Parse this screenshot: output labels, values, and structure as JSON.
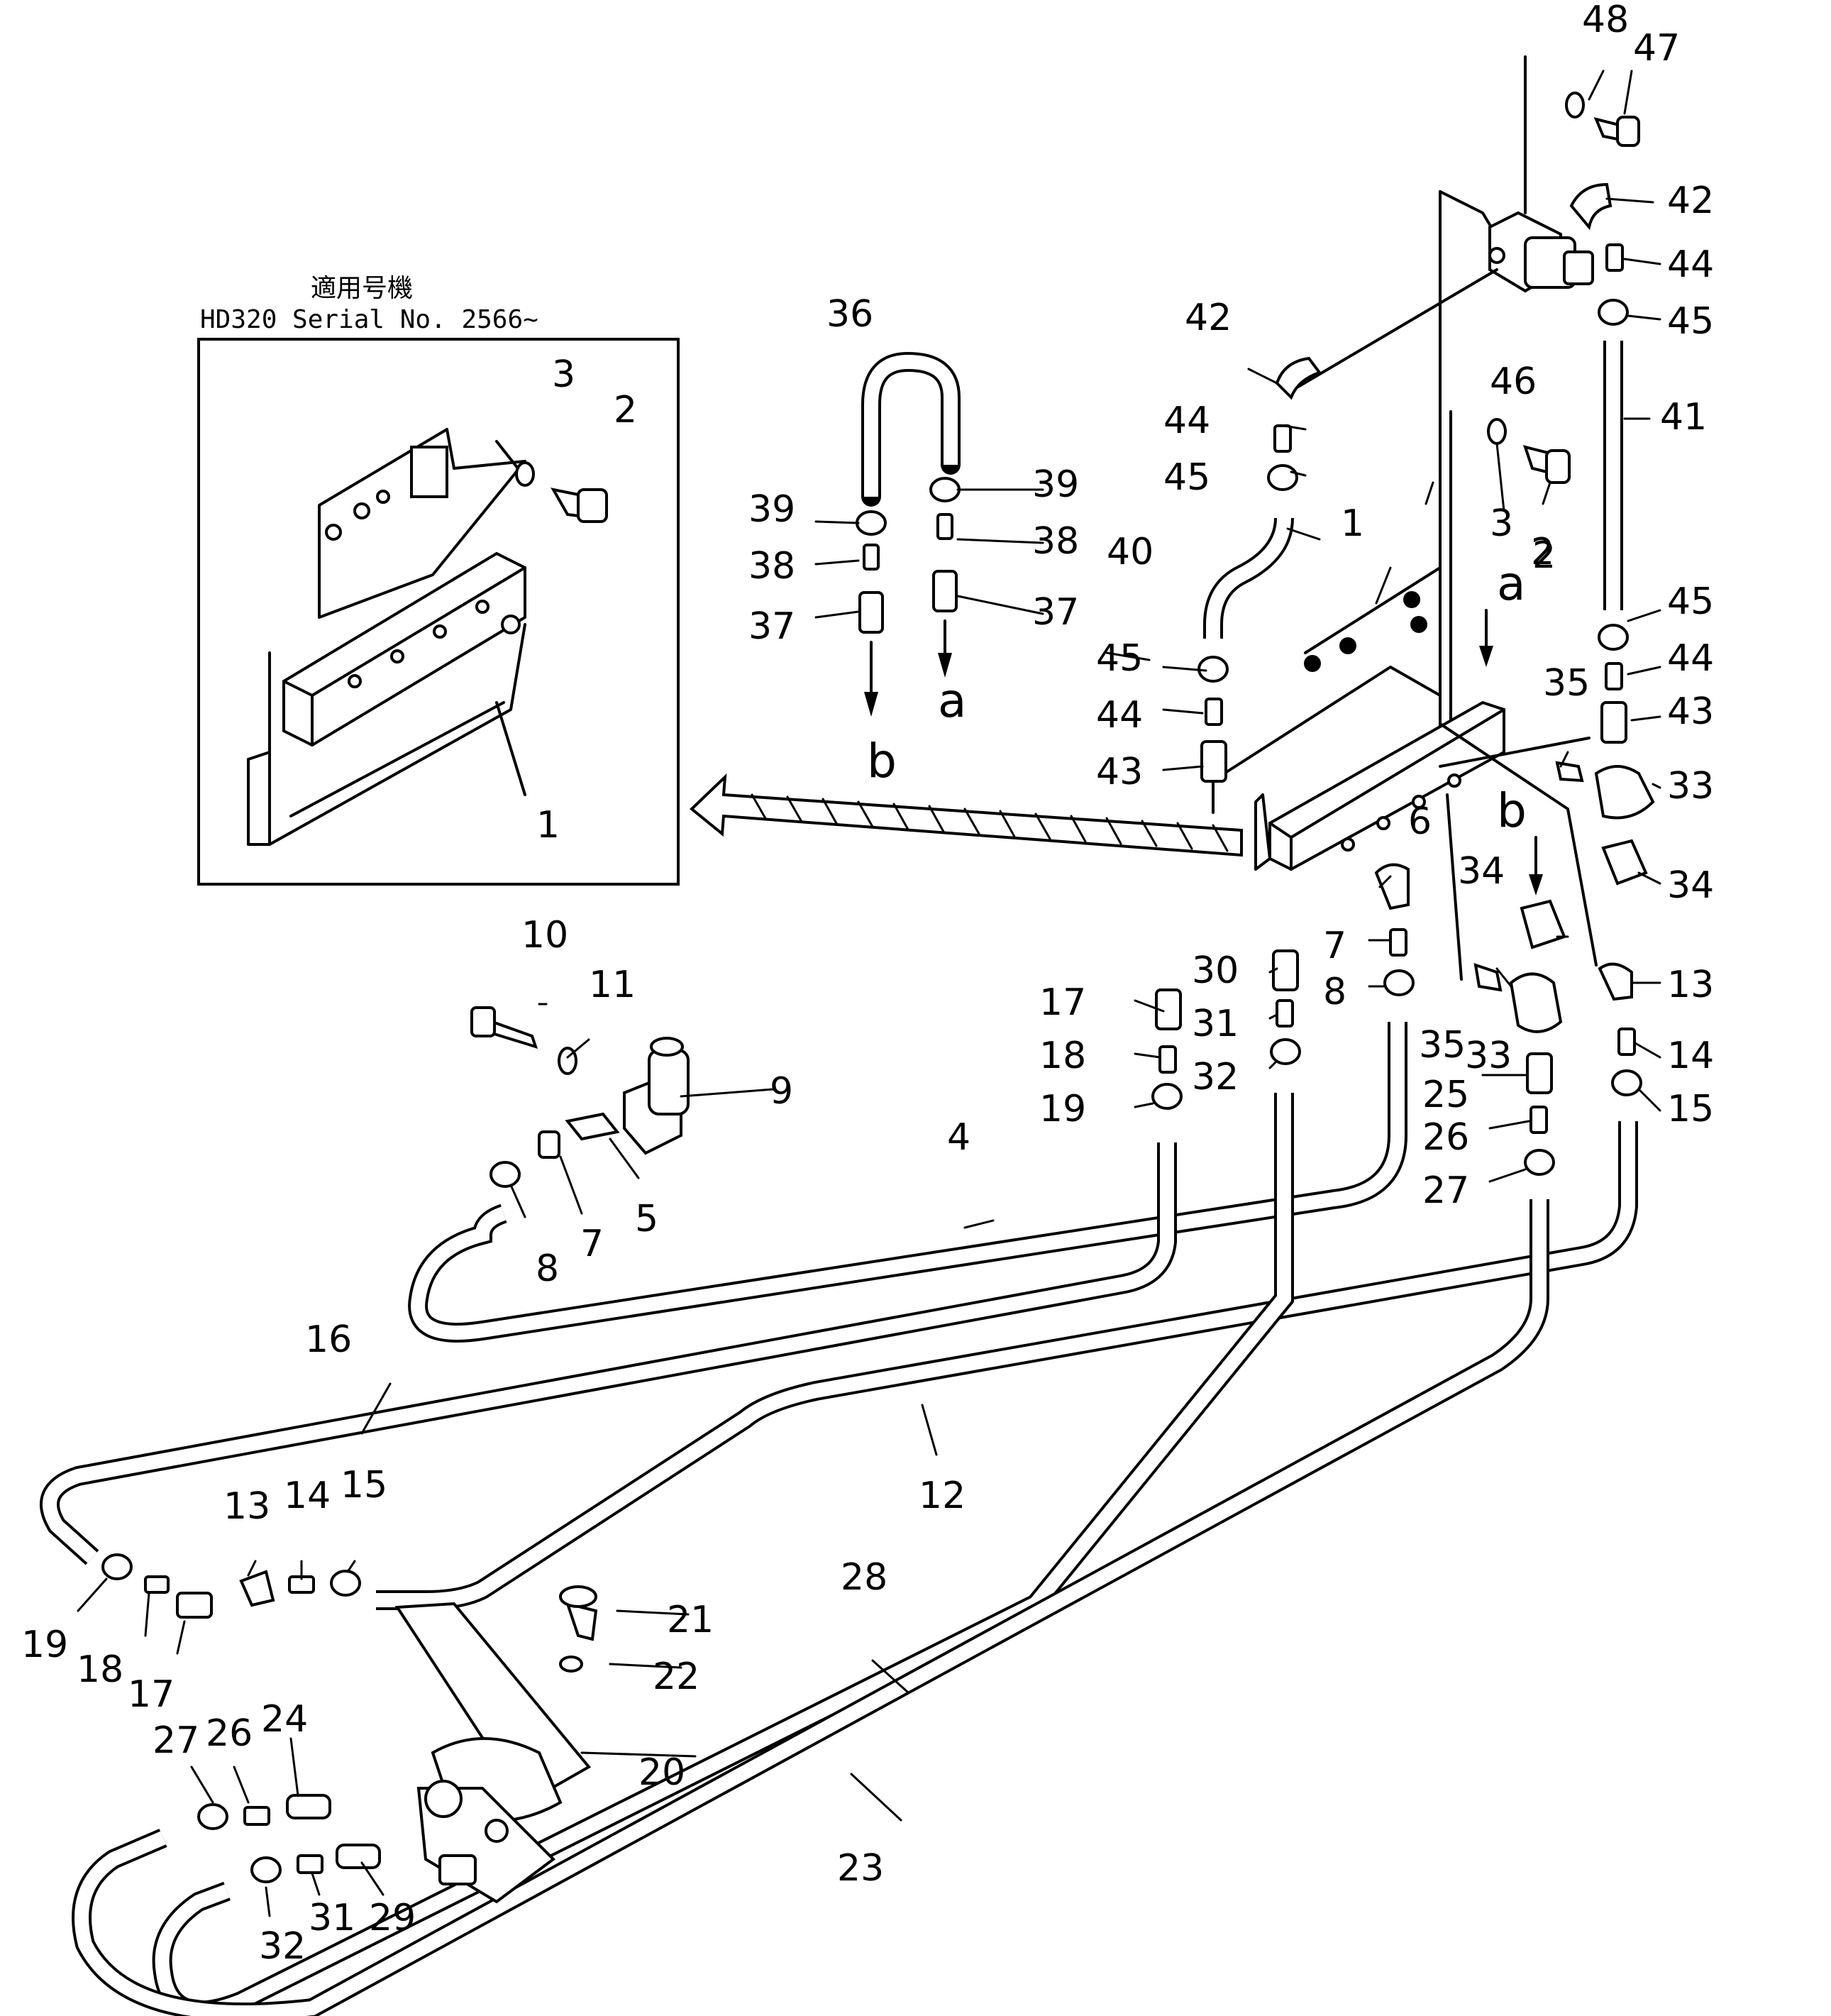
{
  "inset": {
    "heading_jp": "適用号機",
    "heading_serial": "HD320  Serial  No. 2566~"
  },
  "letters": {
    "a": "a",
    "b": "b"
  },
  "callouts": [
    "1",
    "2",
    "3",
    "4",
    "5",
    "6",
    "7",
    "8",
    "9",
    "10",
    "11",
    "12",
    "13",
    "14",
    "15",
    "16",
    "17",
    "18",
    "19",
    "20",
    "21",
    "22",
    "23",
    "24",
    "25",
    "26",
    "27",
    "28",
    "29",
    "30",
    "31",
    "32",
    "33",
    "34",
    "35",
    "36",
    "37",
    "38",
    "39",
    "40",
    "41",
    "42",
    "43",
    "44",
    "45",
    "46",
    "47",
    "48"
  ]
}
